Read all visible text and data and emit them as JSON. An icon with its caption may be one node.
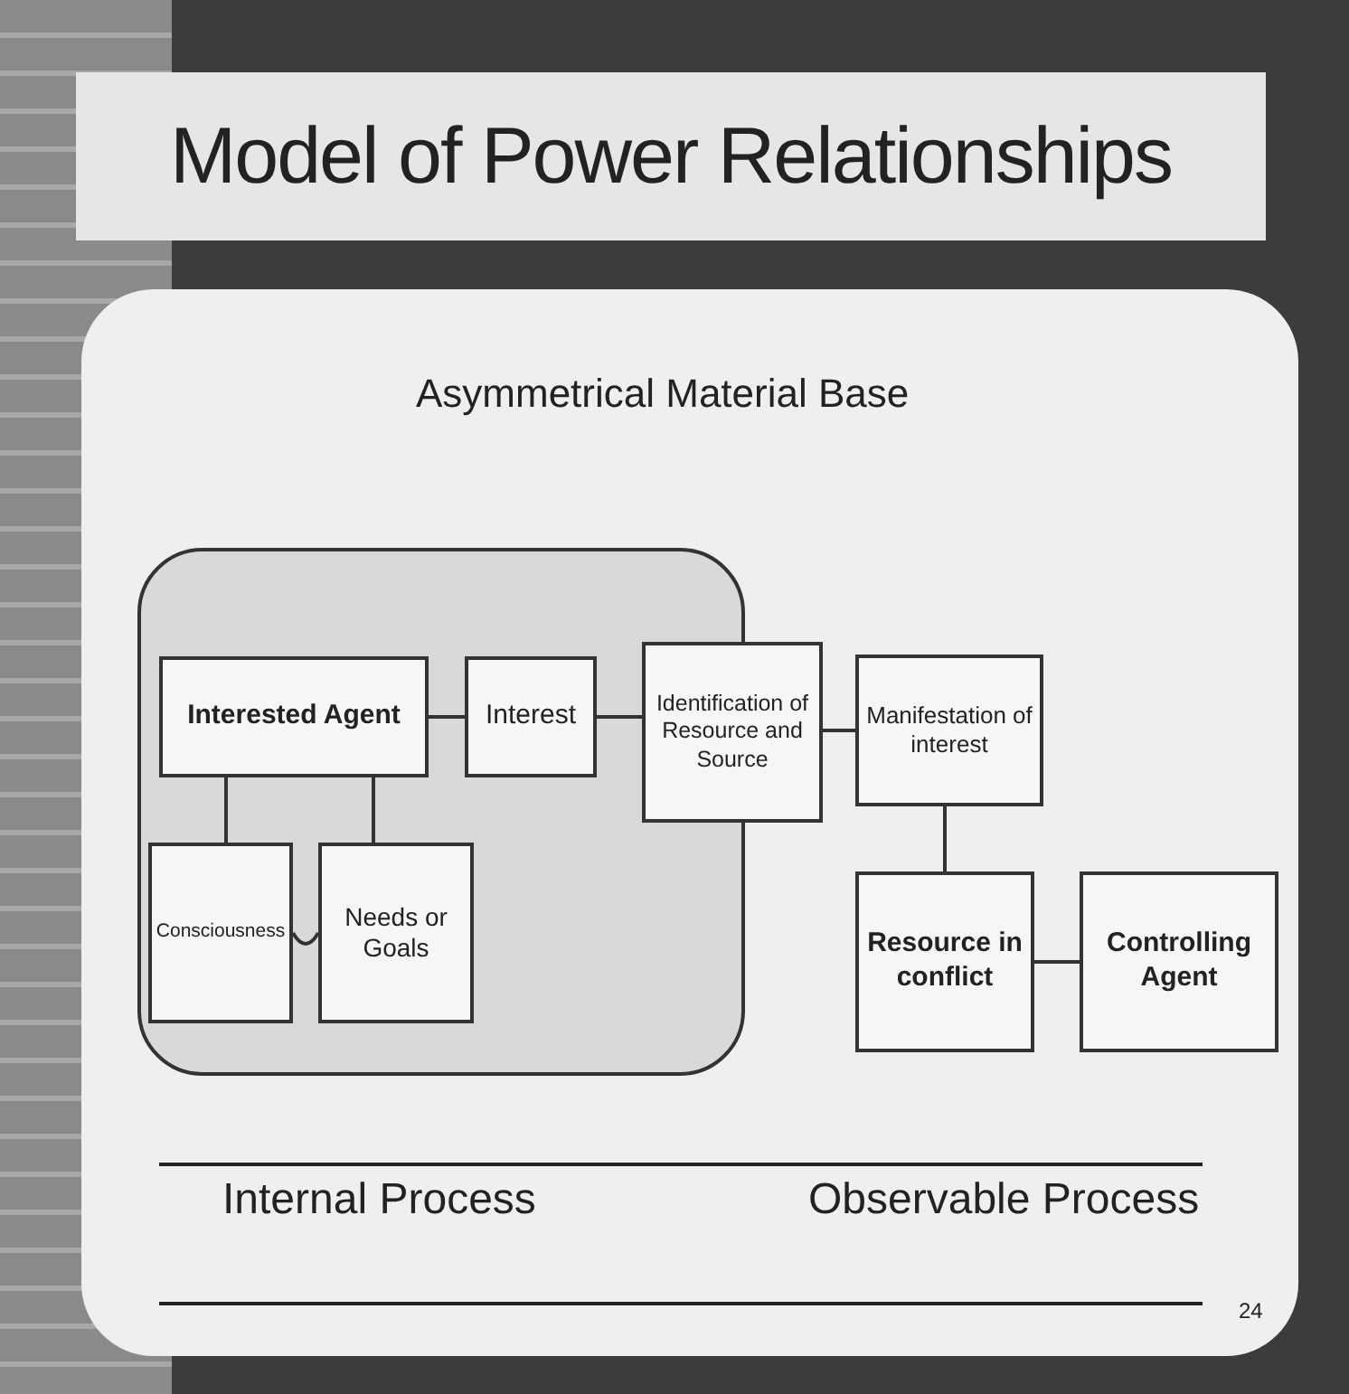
{
  "diagram": {
    "title": "Model of Power Relationships",
    "nodes": [
      {
        "text": [],
        "shape": "box"
      },
      {
        "text": [
          "Interested Agent"
        ],
        "in": 0
      },
      {
        "text": [
          "Interest"
        ],
        "in": 0
      },
      {
        "text": [
          "Identification of Resource and Source"
        ]
      },
      {
        "text": [
          "Manifestation of interest"
        ]
      },
      {
        "text": [
          "Consciousness"
        ],
        "in": 0
      },
      {
        "text": [
          "Needs or Goals"
        ],
        "in": 0
      },
      {
        "text": [
          "Resource in conflict"
        ]
      },
      {
        "text": [
          "Controlling Agent"
        ]
      }
    ],
    "edges": [
      {
        "from": 1,
        "to": 2,
        "arrow": "none"
      },
      {
        "from": 2,
        "to": 3,
        "arrow": "none"
      },
      {
        "from": 3,
        "to": 4,
        "arrow": "none"
      },
      {
        "from": 4,
        "to": 7,
        "arrow": "none"
      },
      {
        "from": 7,
        "to": 8,
        "arrow": "none"
      },
      {
        "from": 1,
        "to": 5,
        "arrow": "none"
      },
      {
        "from": 1,
        "to": 6,
        "arrow": "none"
      },
      {
        "from": 5,
        "to": 6,
        "arrow": "none"
      }
    ],
    "labels": [
      "Asymmetrical Material Base",
      "Internal Process",
      "Observable Process",
      "24"
    ]
  }
}
